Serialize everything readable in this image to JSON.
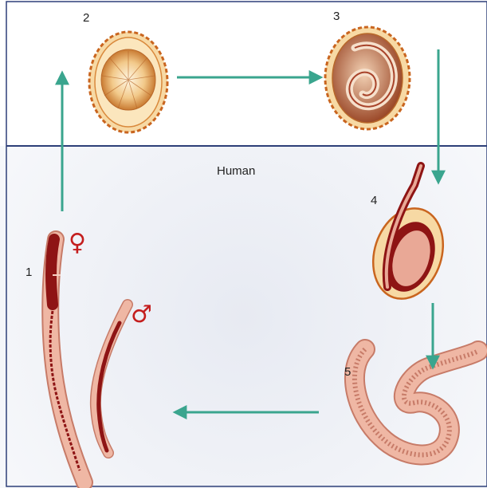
{
  "zones": {
    "human_label": "Human"
  },
  "stages": [
    {
      "number": "1",
      "name": "adult-worms"
    },
    {
      "number": "2",
      "name": "unembryonated-egg"
    },
    {
      "number": "3",
      "name": "embryonated-egg"
    },
    {
      "number": "4",
      "name": "hatching-larva"
    },
    {
      "number": "5",
      "name": "larva"
    }
  ],
  "symbols": {
    "female": "♀",
    "male": "♂"
  },
  "colors": {
    "arrow": "#3aa58e",
    "divider": "#2d3f78",
    "egg_shell": "#c9651f",
    "egg_fill": "#f6d79a",
    "worm_dark": "#8e1414",
    "worm_skin": "#e9a896",
    "symbol": "#c41e1e"
  }
}
